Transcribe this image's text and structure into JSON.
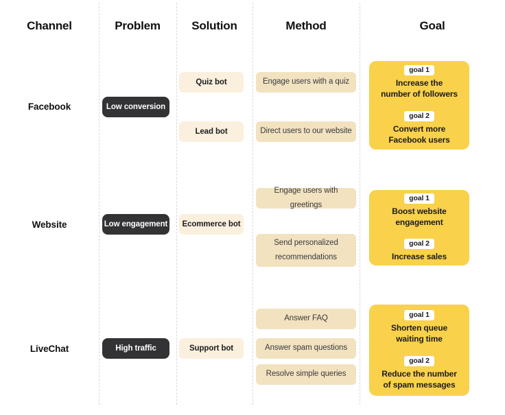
{
  "headers": [
    {
      "label": "Channel"
    },
    {
      "label": "Problem"
    },
    {
      "label": "Solution"
    },
    {
      "label": "Method"
    },
    {
      "label": "Goal"
    }
  ],
  "rows": [
    {
      "channel": "Facebook",
      "problem": "Low conversion",
      "solutions": [
        {
          "label": "Quiz bot"
        },
        {
          "label": "Lead bot"
        }
      ],
      "methods": [
        {
          "label": "Engage users with a quiz"
        },
        {
          "label": "Direct users to our website"
        }
      ],
      "goals": [
        {
          "badge": "goal 1",
          "text": "Increase the\nnumber of followers"
        },
        {
          "badge": "goal 2",
          "text": "Convert more\nFacebook users"
        }
      ]
    },
    {
      "channel": "Website",
      "problem": "Low engagement",
      "solutions": [
        {
          "label": "Ecommerce bot"
        }
      ],
      "methods": [
        {
          "label": "Engage users with greetings"
        },
        {
          "label": "Send personalized\nrecommendations"
        }
      ],
      "goals": [
        {
          "badge": "goal 1",
          "text": "Boost website\nengagement"
        },
        {
          "badge": "goal 2",
          "text": "Increase sales"
        }
      ]
    },
    {
      "channel": "LiveChat",
      "problem": "High traffic",
      "solutions": [
        {
          "label": "Support bot"
        }
      ],
      "methods": [
        {
          "label": "Answer FAQ"
        },
        {
          "label": "Answer spam questions"
        },
        {
          "label": "Resolve simple queries"
        }
      ],
      "goals": [
        {
          "badge": "goal 1",
          "text": "Shorten queue\nwaiting time"
        },
        {
          "badge": "goal 2",
          "text": "Reduce the number\nof spam messages"
        }
      ]
    }
  ],
  "colors": {
    "background": "#ffffff",
    "problem_pill": "#333335",
    "solution_chip": "#fbf0de",
    "method_chip": "#f2e2c0",
    "goal_panel": "#f9d14b",
    "divider": "#d8d8d8",
    "text_dark": "#1c1c1e"
  }
}
